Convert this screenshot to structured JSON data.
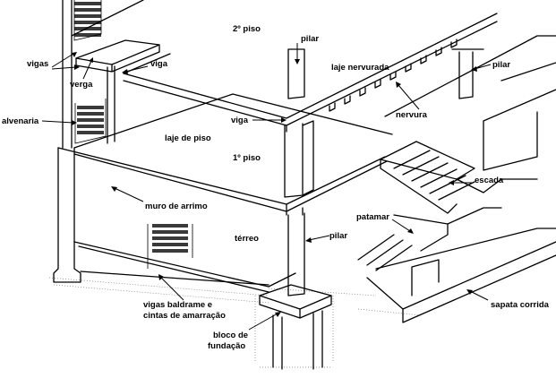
{
  "labels": {
    "segundo_piso": "2º piso",
    "pilar_top": "pilar",
    "vigas": "vigas",
    "verga": "verga",
    "viga_top": "viga",
    "laje_nervurada": "laje nervurada",
    "pilar_right": "pilar",
    "alvenaria": "alvenaria",
    "viga_mid": "viga",
    "nervura": "nervura",
    "laje_de_piso": "laje de piso",
    "primeiro_piso": "1º piso",
    "escada": "escada",
    "muro_de_arrimo": "muro de arrimo",
    "patamar": "patamar",
    "terreo": "térreo",
    "pilar_bottom": "pilar",
    "sapata_corrida": "sapata corrida",
    "vigas_baldrame_1": "vigas baldrame e",
    "vigas_baldrame_2": "cintas de amarração",
    "bloco_1": "bloco de",
    "bloco_2": "fundação"
  }
}
